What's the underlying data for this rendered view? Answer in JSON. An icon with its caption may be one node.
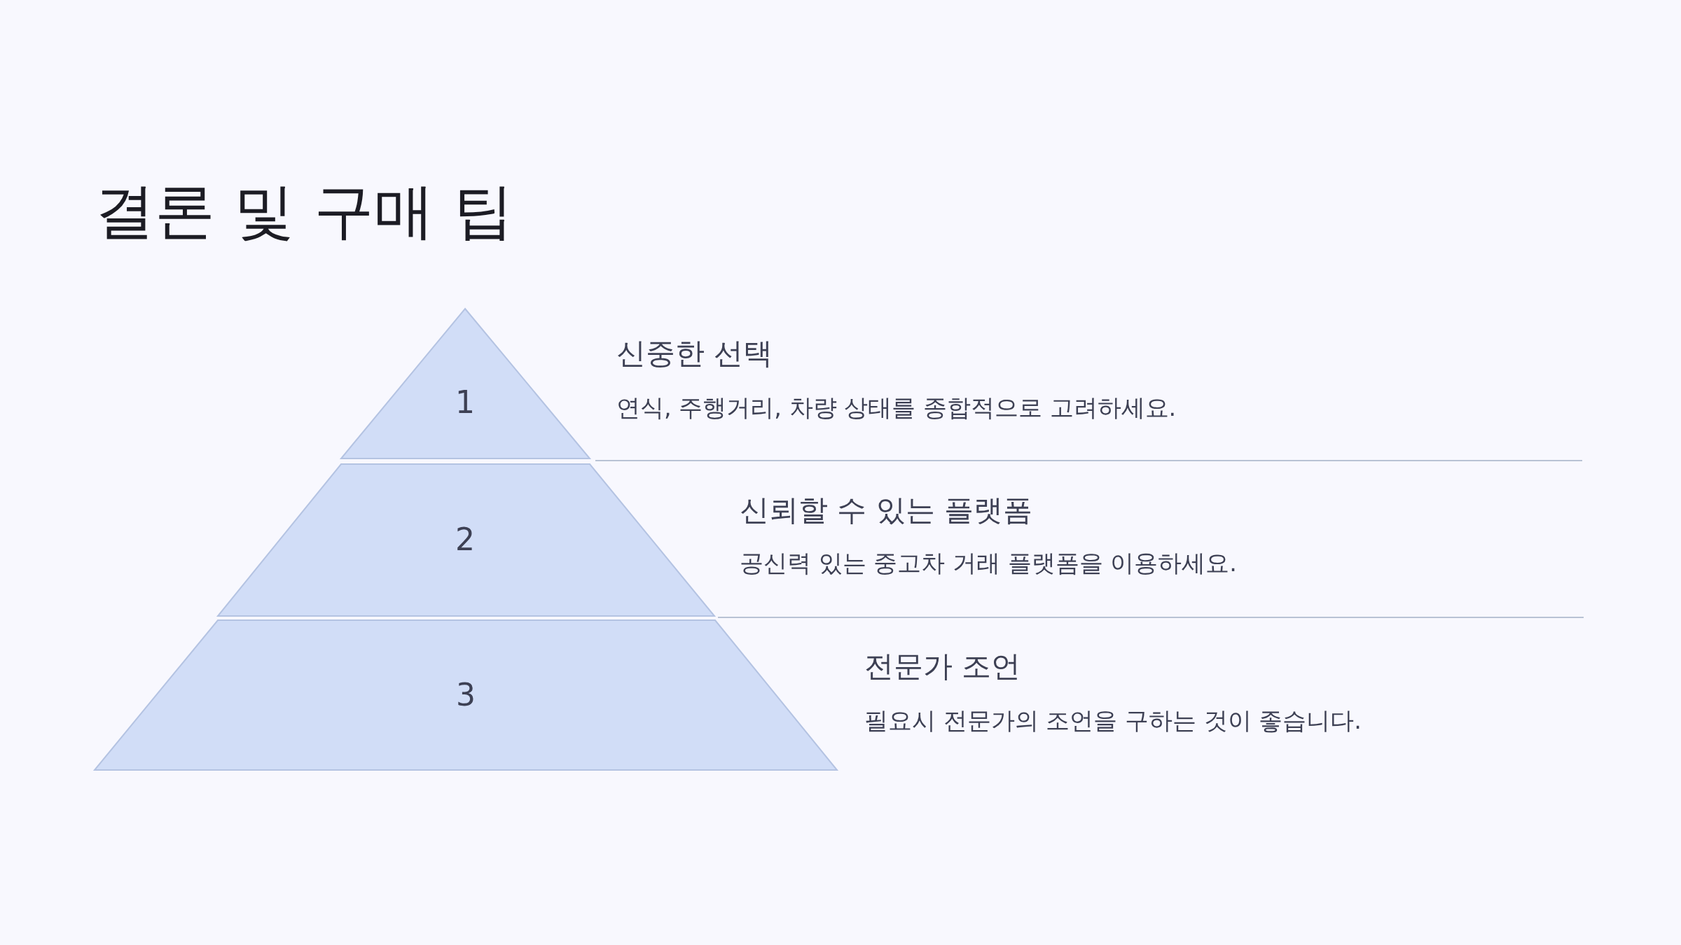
{
  "diagram": {
    "title": "결론 및 구매 팁",
    "nodes": [
      {
        "text": [
          "1"
        ],
        "beside": [
          "신중한 선택",
          "연식, 주행거리, 차량 상태를 종합적으로 고려하세요."
        ]
      },
      {
        "text": [
          "2"
        ],
        "beside": [
          "신뢰할 수 있는 플랫폼",
          "공신력 있는 중고차 거래 플랫폼을 이용하세요."
        ]
      },
      {
        "text": [
          "3"
        ],
        "beside": [
          "전문가 조언",
          "필요시 전문가의 조언을 구하는 것이 좋습니다."
        ]
      }
    ]
  }
}
